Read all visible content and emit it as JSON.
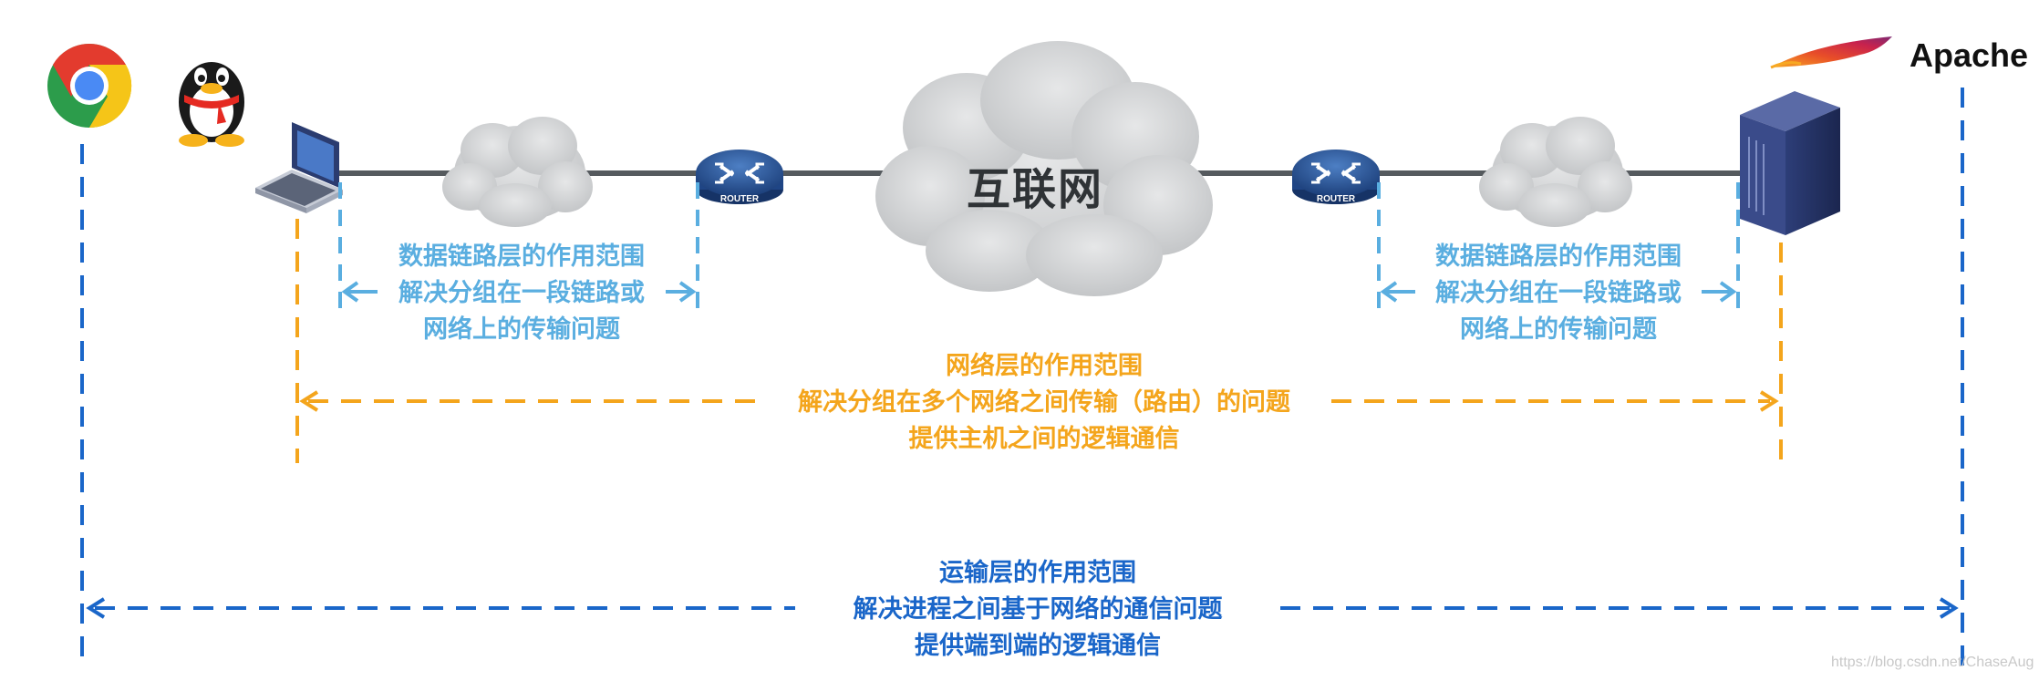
{
  "apps": {
    "server_software": "Apache"
  },
  "network": {
    "internet_label": "互联网",
    "router_label": "ROUTER"
  },
  "layers": {
    "data_link_left": {
      "line1": "数据链路层的作用范围",
      "line2": "解决分组在一段链路或",
      "line3": "网络上的传输问题"
    },
    "data_link_right": {
      "line1": "数据链路层的作用范围",
      "line2": "解决分组在一段链路或",
      "line3": "网络上的传输问题"
    },
    "network_layer": {
      "line1": "网络层的作用范围",
      "line2": "解决分组在多个网络之间传输（路由）的问题",
      "line3": "提供主机之间的逻辑通信"
    },
    "transport_layer": {
      "line1": "运输层的作用范围",
      "line2": "解决进程之间基于网络的通信问题",
      "line3": "提供端到端的逻辑通信"
    }
  },
  "colors": {
    "data_link": "#5aaee0",
    "network": "#f4a51c",
    "transport": "#1a66c9",
    "link_line": "#555a5e",
    "cloud": "#cfd1d3"
  },
  "watermark": "https://blog.csdn.net/ChaseAug"
}
